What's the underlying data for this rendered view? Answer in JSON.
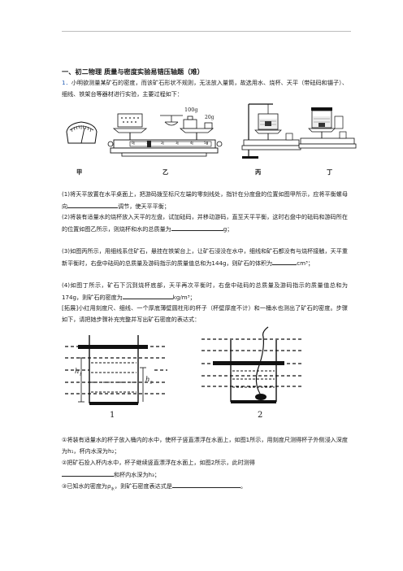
{
  "section_title": "一、初二物理 质量与密度实验易错压轴题（难）",
  "intro": {
    "number": "1．",
    "text": "小明欲测量某矿石的密度，而该矿石形状不规则，无法放入量筒，故选用水、烧杯、天平（带砝码和镊子）、细线、铁架台等器材进行实验，主要过程如下："
  },
  "figure1": {
    "labels": [
      "甲",
      "乙",
      "丙",
      "丁"
    ],
    "weight_100": "100g",
    "weight_20": "20g",
    "scale_ticks": [
      "0",
      "1",
      "2",
      "3",
      "4",
      "5g"
    ]
  },
  "steps": {
    "s1_a": "(1)将天平放置在水平桌面上，把游码拨至标尺左端的零刻线处，指针在分度盘的位置如图甲所示，应将平衡螺母向",
    "s1_b": "调节，使天平平衡；",
    "s2_a": "(2)将装有适量水的烧杯放入天平的左盘，试加砝码，并移动游码，直至天平平衡，这时右盘中的砝码和游码所在的位置如图乙所示，则烧杯和水的总质量为",
    "s2_b": "g；",
    "s3_a": "(3)如图丙所示，用细线系住矿石，悬挂在铁架台上，让矿石浸没在水中，细线和矿石都没有与烧杯接触，天平重新平衡时，右盘中砝码的总质量及游码指示的质量值总和为144g，则矿石的体积为",
    "s3_b": "cm³；",
    "s4_a": "(4)如图丁所示，矿石下沉到烧杯底部，天平再次平衡时，右盘中砝码的总质量及游码指示的质量值总和为174g，则矿石的密度为",
    "s4_b": "kg/m³；",
    "ext": "[拓展]小红用刻度尺、细线、一个厚底薄壁圆柱形的杯子（杯壁厚度不计）和一桶水也测出了矿石的密度。步骤如下，请把她步骤补充完整并写出矿石密度的表达式："
  },
  "figure2": {
    "label_1": "1",
    "label_2": "2",
    "h1": "h",
    "h1_sub": "1",
    "h2": "h",
    "h2_sub": "2"
  },
  "substeps": {
    "a": "①将装有适量水的杯子放入桶内的水中，使杯子竖直漂浮在水面上，如图1所示，用刻度尺测得杯子外侧浸入深度为h₁，杯内水深为h₂；",
    "b_a": "②把矿石投入杯内水中，杯子继续竖直漂浮在水面上，如图2所示，此时测得",
    "b_b": "和杯内水深为h₃；",
    "c_a": "③已知水的密度为ρ",
    "c_sub": "水",
    "c_b": "，则矿石密度表达式是",
    "c_c": "。"
  }
}
